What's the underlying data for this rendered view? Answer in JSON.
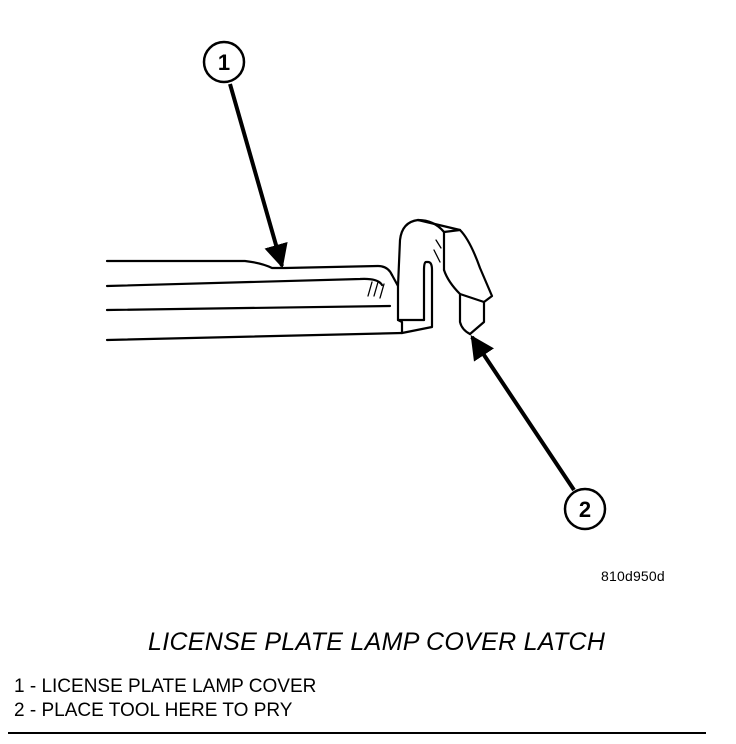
{
  "figure": {
    "id": "810d950d",
    "title": "LICENSE PLATE LAMP COVER LATCH"
  },
  "callouts": [
    {
      "number": "1",
      "label": "LICENSE PLATE LAMP COVER"
    },
    {
      "number": "2",
      "label": "PLACE TOOL HERE TO PRY"
    }
  ],
  "legend": [
    "1 - LICENSE PLATE LAMP COVER",
    "2 - PLACE TOOL HERE TO PRY"
  ]
}
